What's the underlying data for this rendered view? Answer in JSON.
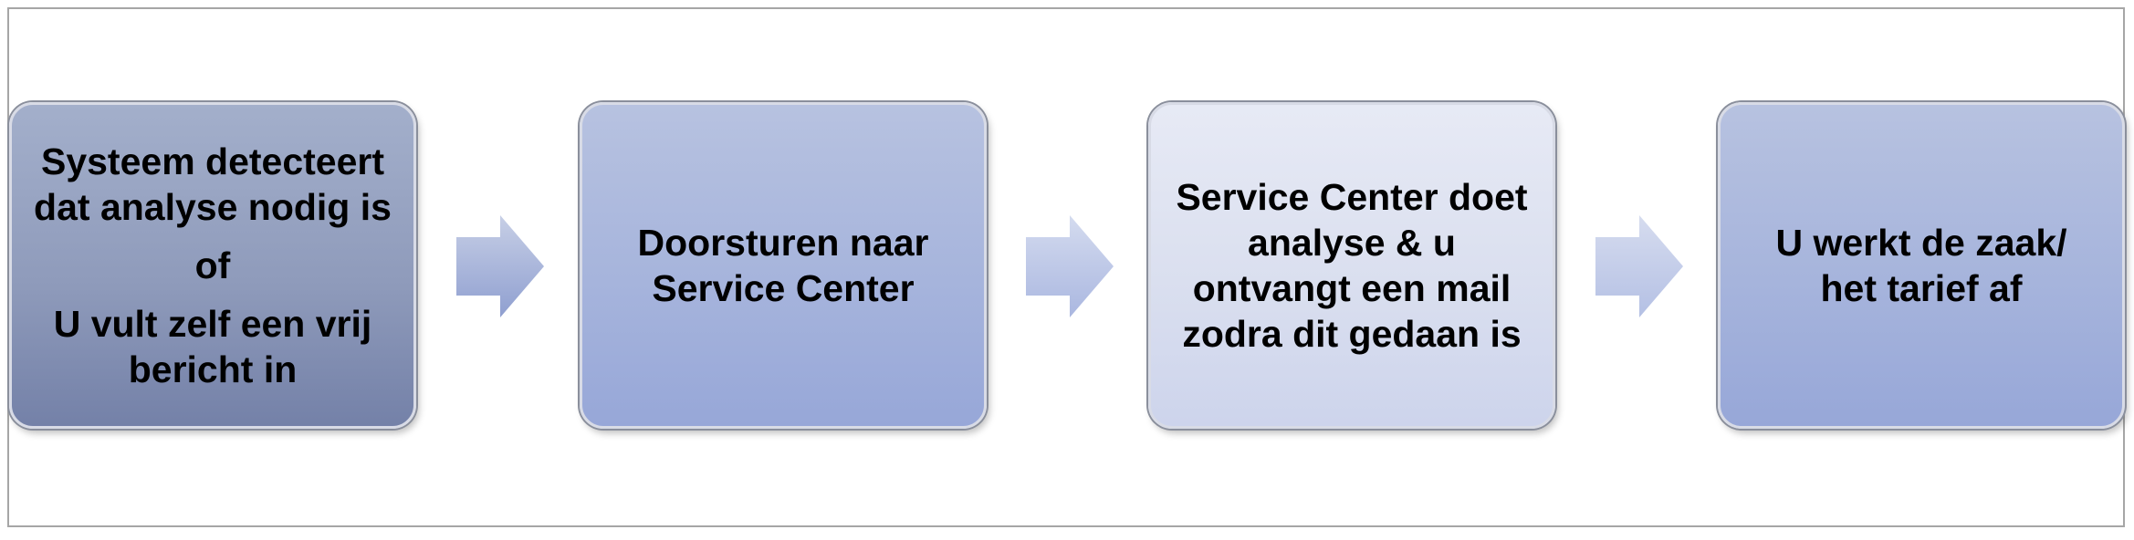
{
  "steps": [
    {
      "lines": [
        "Systeem detecteert",
        "dat analyse nodig is",
        "of",
        "U vult zelf een vrij",
        "bericht in"
      ]
    },
    {
      "lines": [
        "Doorsturen naar",
        "Service Center"
      ]
    },
    {
      "lines": [
        "Service Center doet",
        "analyse & u",
        "ontvangt een mail",
        "zodra dit gedaan is"
      ]
    },
    {
      "lines": [
        "U werkt de zaak/",
        "het tarief af"
      ]
    }
  ],
  "arrows": [
    {
      "icon": "arrow-right-icon",
      "color_top": "#c7cfe6",
      "color_bottom": "#8f9fd0"
    },
    {
      "icon": "arrow-right-icon",
      "color_top": "#d4dbef",
      "color_bottom": "#aab7e0"
    },
    {
      "icon": "arrow-right-icon",
      "color_top": "#d6dcef",
      "color_bottom": "#b4c0e4"
    }
  ]
}
